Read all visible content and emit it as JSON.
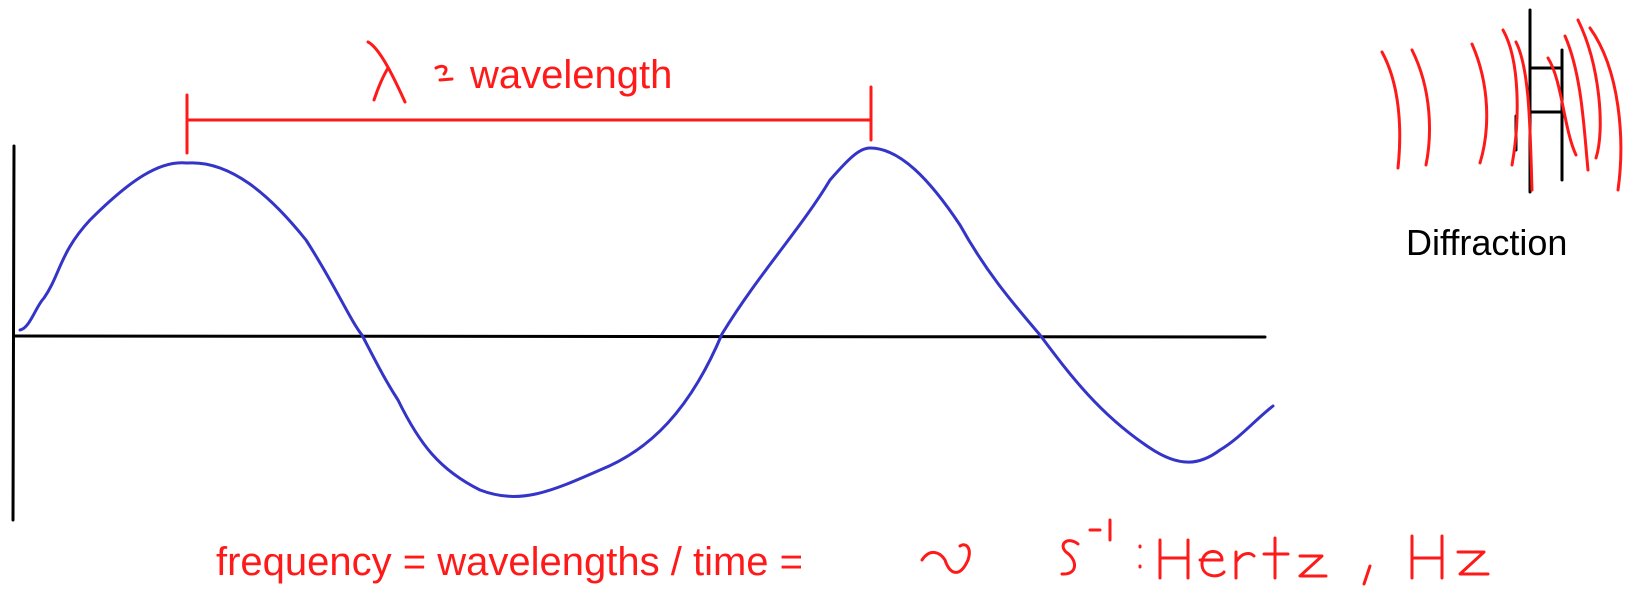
{
  "labels": {
    "wavelength": "wavelength",
    "frequency_equation": "frequency = wavelengths / time =",
    "diffraction": "Diffraction"
  },
  "handwriting": {
    "lambda_symbol": "λ",
    "nu_symbol": "ν",
    "units": "s⁻¹ : Hertz , Hz"
  },
  "colors": {
    "wave": "#3434c8",
    "annotation": "#ff1a1a",
    "axes": "#000000",
    "background": "#ffffff"
  }
}
